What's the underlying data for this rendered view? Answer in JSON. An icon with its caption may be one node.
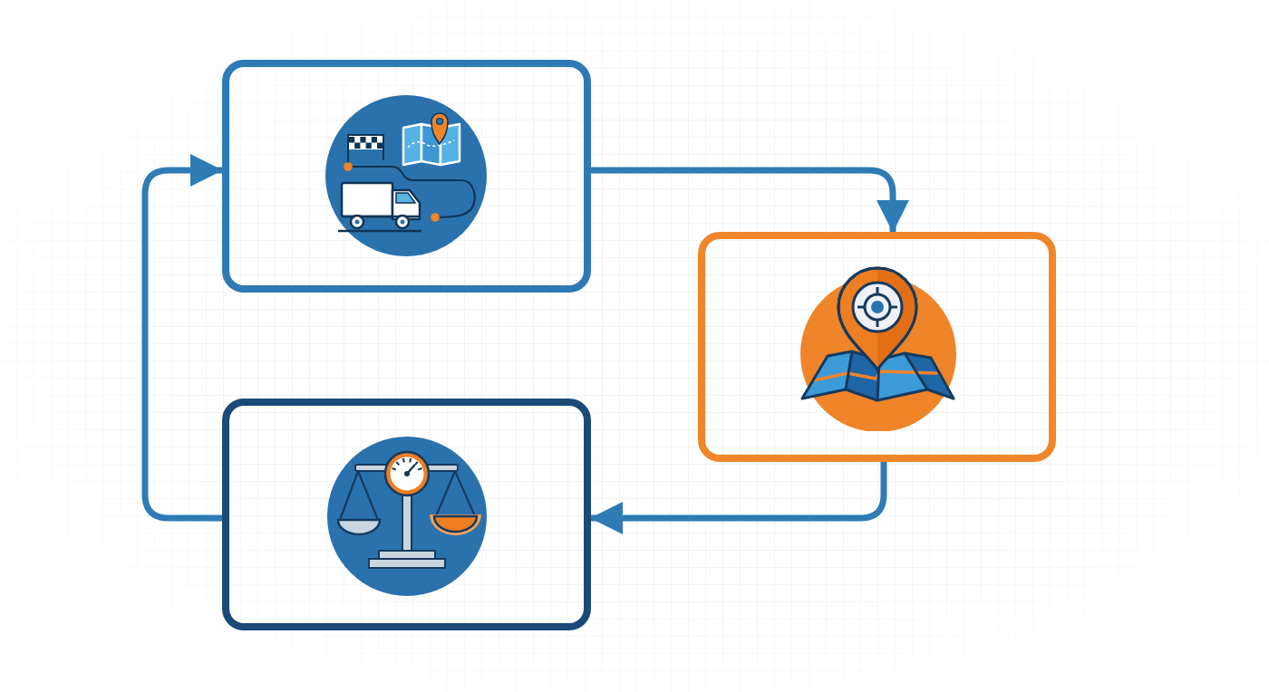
{
  "diagram": {
    "nodes": [
      {
        "text": [],
        "shape": "box"
      },
      {
        "text": [],
        "shape": "box"
      },
      {
        "text": [],
        "shape": "box"
      }
    ],
    "edges": [
      {
        "from": 0,
        "to": 1,
        "arrow": "to"
      },
      {
        "from": 1,
        "to": 2,
        "arrow": "to"
      },
      {
        "from": 2,
        "to": 0,
        "arrow": "to"
      }
    ]
  }
}
